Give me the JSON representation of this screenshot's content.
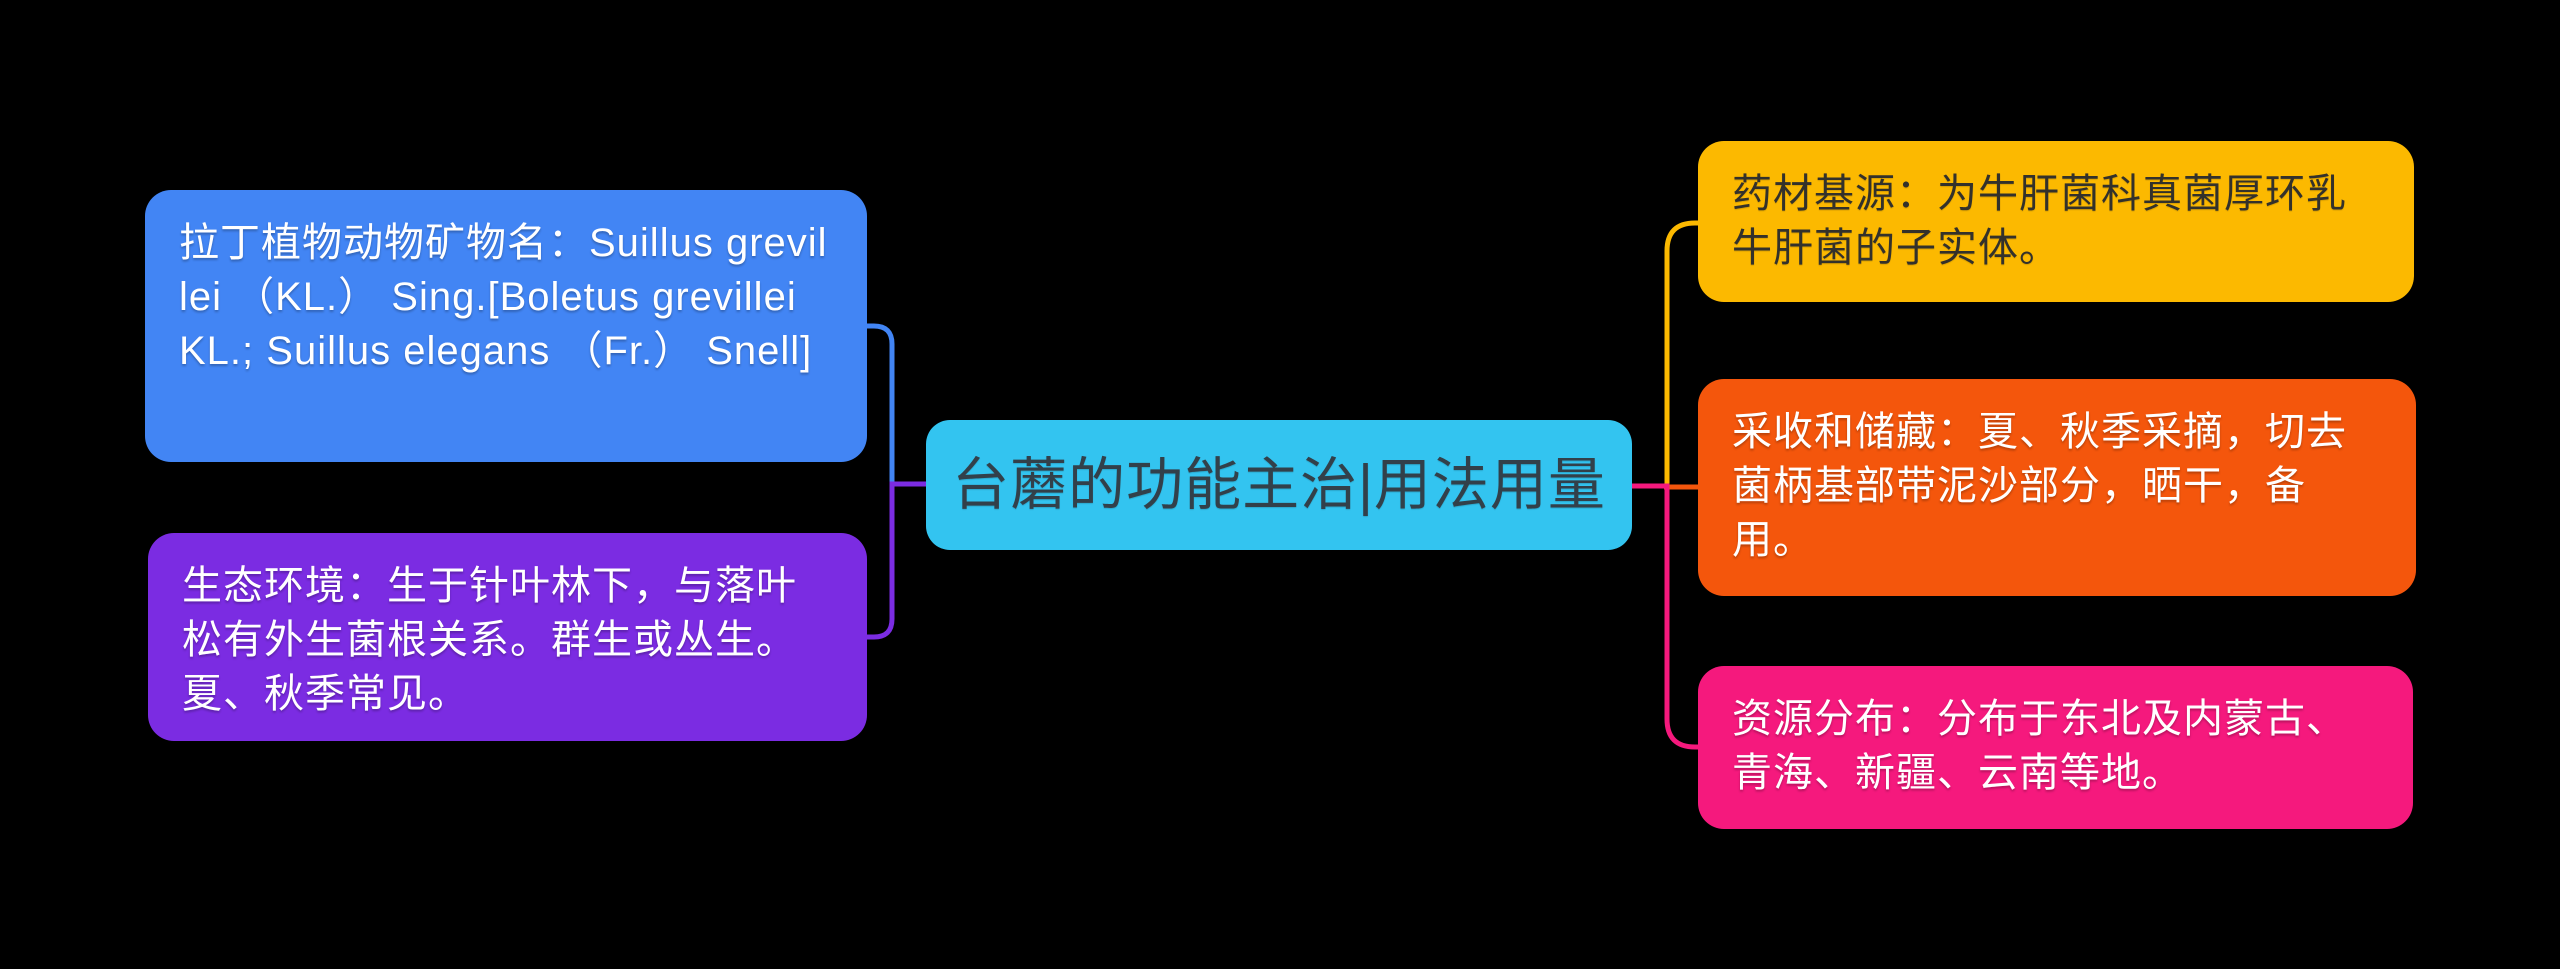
{
  "canvas": {
    "background_color": "#000000"
  },
  "root": {
    "label": "台蘑的功能主治|用法用量",
    "color": "#33C4F0",
    "text_color": "#32404A"
  },
  "left_nodes": [
    {
      "id": "latin-name",
      "label": "拉丁植物动物矿物名：Suillus grevillei （KL.） Sing.[Boletus grevillei KL.; Suillus elegans （Fr.） Snell]",
      "color": "#4285F4",
      "text_color": "#FFFFFF",
      "connector_color": "#4285F4"
    },
    {
      "id": "ecology",
      "label": "生态环境：生于针叶林下，与落叶松有外生菌根关系。群生或丛生。夏、秋季常见。",
      "color": "#7B2CE2",
      "text_color": "#FFFFFF",
      "connector_color": "#7B2CE2"
    }
  ],
  "right_nodes": [
    {
      "id": "material-source",
      "label": "药材基源：为牛肝菌科真菌厚环乳牛肝菌的子实体。",
      "color": "#FCB900",
      "text_color": "#33312B",
      "connector_color": "#FCB900"
    },
    {
      "id": "harvest-storage",
      "label": "采收和储藏：夏、秋季采摘，切去菌柄基部带泥沙部分，晒干，备用。",
      "color": "#F4560C",
      "text_color": "#FFFFFF",
      "connector_color": "#F4560C"
    },
    {
      "id": "resource-distribution",
      "label": "资源分布：分布于东北及内蒙古、青海、新疆、云南等地。",
      "color": "#F5197D",
      "text_color": "#FFFFFF",
      "connector_color": "#F5197D"
    }
  ]
}
